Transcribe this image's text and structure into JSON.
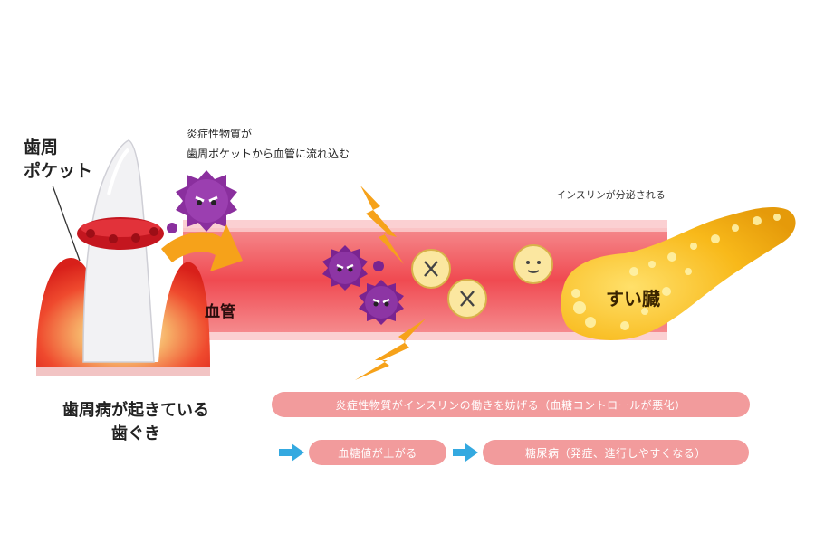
{
  "labels": {
    "pocket_line1": "歯周",
    "pocket_line2": "ポケット",
    "inflammatory_line1": "炎症性物質が",
    "inflammatory_line2": "歯周ポケットから血管に流れ込む",
    "blood_vessel": "血管",
    "insulin_secreted": "インスリンが分泌される",
    "pancreas": "すい臓",
    "gum_line1": "歯周病が起きている",
    "gum_line2": "歯ぐき"
  },
  "flow": {
    "effect": "炎症性物質がインスリンの働きを妨げる（血糖コントロールが悪化）",
    "blood_sugar": "血糖値が上がる",
    "diabetes": "糖尿病（発症、進行しやすくなる）"
  },
  "colors": {
    "vessel": "#f2545a",
    "pill": "#f29b9c",
    "arrow_cyan": "#34a9e0",
    "bacteria": "#8a2f9e",
    "lightning": "#f6a21a",
    "pancreas": "#f8b91a"
  },
  "icons": [
    "tooth-icon",
    "bacteria-icon",
    "insulin-cell-icon",
    "lightning-icon",
    "pancreas-icon",
    "arrow-right-icon"
  ]
}
